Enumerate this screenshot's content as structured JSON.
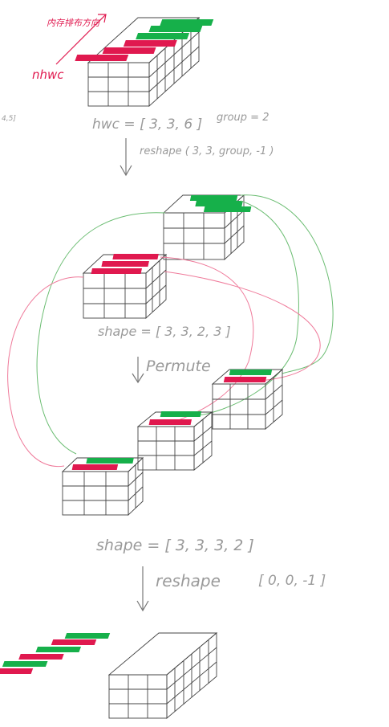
{
  "annotations": {
    "memory_layout_label": "内存排布方向",
    "nhwc_label": "nhwc",
    "margin_note": "4,5]",
    "hwc_text": "hwc = [ 3, 3, 6 ]",
    "group_text": "group = 2",
    "reshape1_text": "reshape  ( 3, 3, group, -1 )",
    "shape1_text": "shape = [ 3, 3, 2, 3 ]",
    "permute_text": "Permute",
    "shape2_text": "shape = [ 3, 3, 3, 2 ]",
    "reshape2_text": "reshape",
    "reshape2_args": "[ 0, 0, -1 ]"
  },
  "colors": {
    "green": "#16b04a",
    "red": "#e0194f",
    "grid": "#444444",
    "text": "#9a9a9a",
    "green_curve": "#6bbd72",
    "red_curve": "#ef7a9a"
  }
}
